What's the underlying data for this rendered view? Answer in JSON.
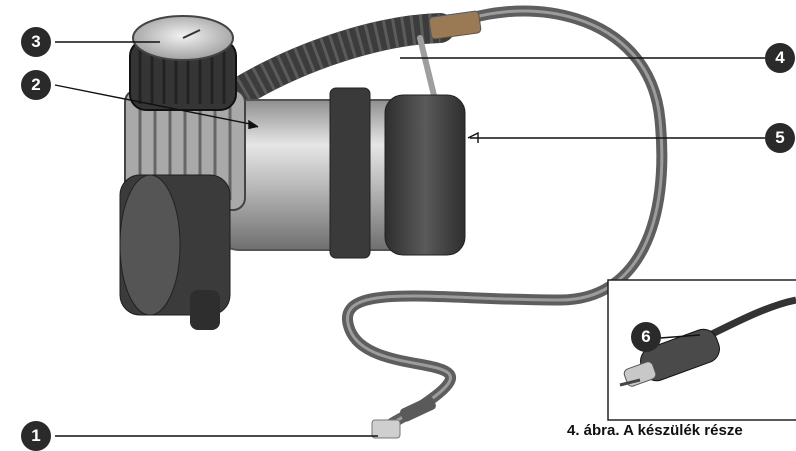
{
  "callouts": [
    {
      "number": "1"
    },
    {
      "number": "2"
    },
    {
      "number": "3"
    },
    {
      "number": "4"
    },
    {
      "number": "5"
    },
    {
      "number": "6"
    }
  ],
  "caption": "4. ábra. A készülék része",
  "colors": {
    "badge": "#2a2a2a",
    "metal": "#b5b5b5",
    "hose": "#6b6b6b",
    "rubber": "#3e3e3e"
  }
}
